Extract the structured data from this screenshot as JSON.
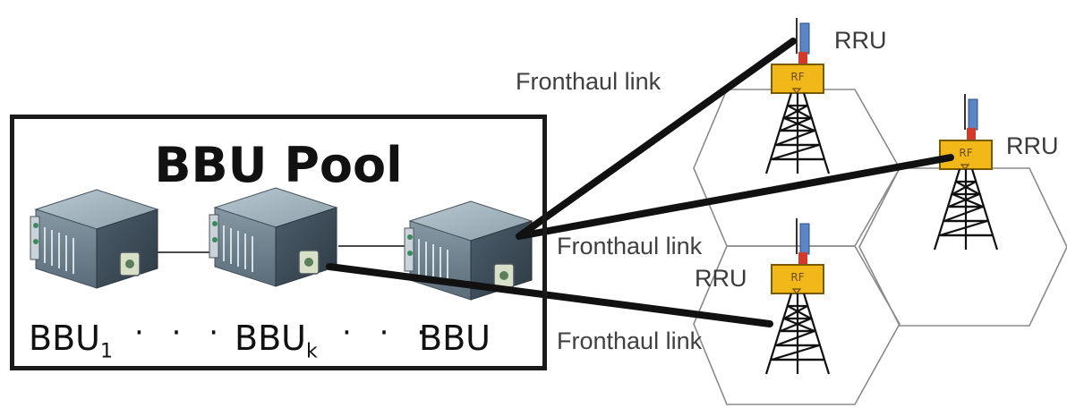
{
  "pool": {
    "title": "BBU Pool",
    "bbu_labels": [
      {
        "base": "BBU",
        "sub": "1"
      },
      {
        "base": "BBU",
        "sub": "k"
      },
      {
        "base": "BBU",
        "sub": ""
      }
    ],
    "ellipsis": "· · ·"
  },
  "links": {
    "fronthaul_top": "Fronthaul link",
    "fronthaul_middle": "Fronthaul link",
    "fronthaul_bottom": "Fronthaul link"
  },
  "rru_labels": {
    "top": "RRU",
    "right": "RRU",
    "middle": "RRU"
  },
  "tower_badge": "RF",
  "colors": {
    "frame": "#1a1a1a",
    "link": "#111111",
    "rf_box": "#f2b718",
    "antenna": "#5b86c6",
    "antenna_base": "#d23a2a",
    "hex_edge": "#8a8a8a",
    "server_front": "#6f8391",
    "server_top": "#9fb1bc"
  }
}
